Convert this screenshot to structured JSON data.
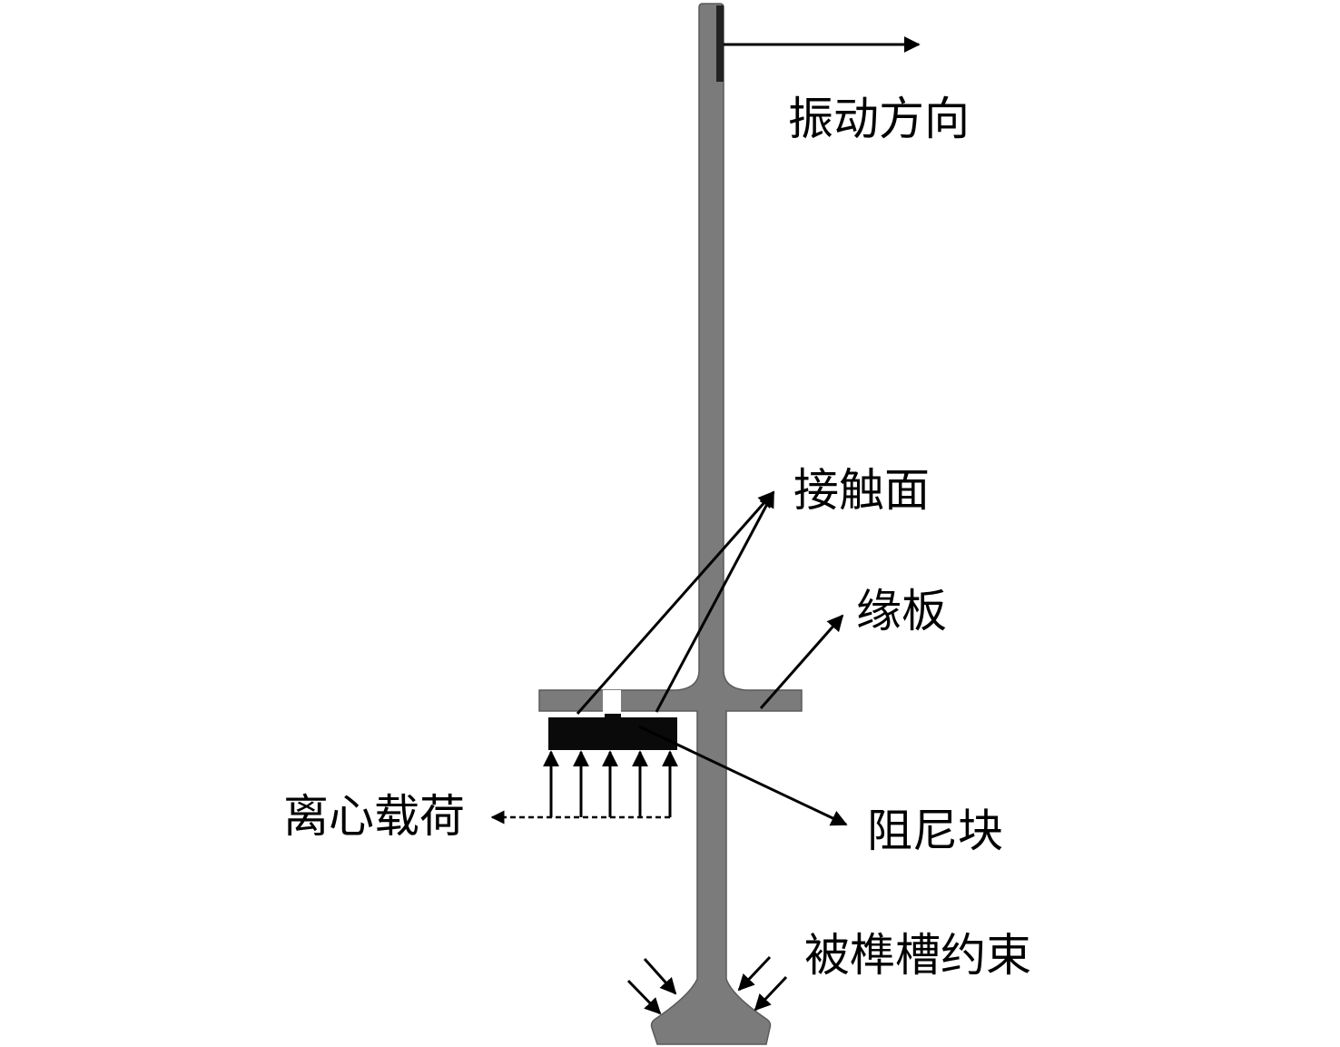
{
  "labels": {
    "vibration_direction": "振动方向",
    "contact_surface": "接触面",
    "platform": "缘板",
    "centrifugal_load": "离心载荷",
    "damper_block": "阻尼块",
    "tenon_constraint": "被榫槽约束"
  },
  "colors": {
    "blade": "#7b7b7b",
    "blade_edge": "#5a5a5a",
    "damper": "#0a0a0a",
    "arrow": "#000000",
    "text": "#000000",
    "background": "#ffffff"
  }
}
